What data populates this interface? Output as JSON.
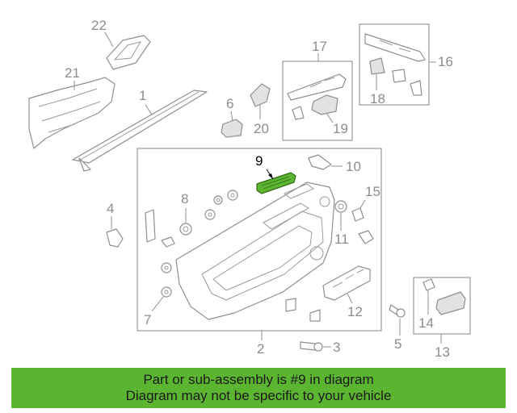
{
  "diagram": {
    "highlighted_part": "9",
    "highlight_color": "#5bb531",
    "callouts": [
      "1",
      "2",
      "3",
      "4",
      "5",
      "6",
      "7",
      "8",
      "9",
      "10",
      "11",
      "12",
      "13",
      "14",
      "15",
      "16",
      "17",
      "18",
      "19",
      "20",
      "21",
      "22"
    ]
  },
  "footer": {
    "line1": "Part or sub-assembly is #9 in diagram",
    "line2": "Diagram may not be specific to your vehicle",
    "background_color": "#5bb531"
  }
}
